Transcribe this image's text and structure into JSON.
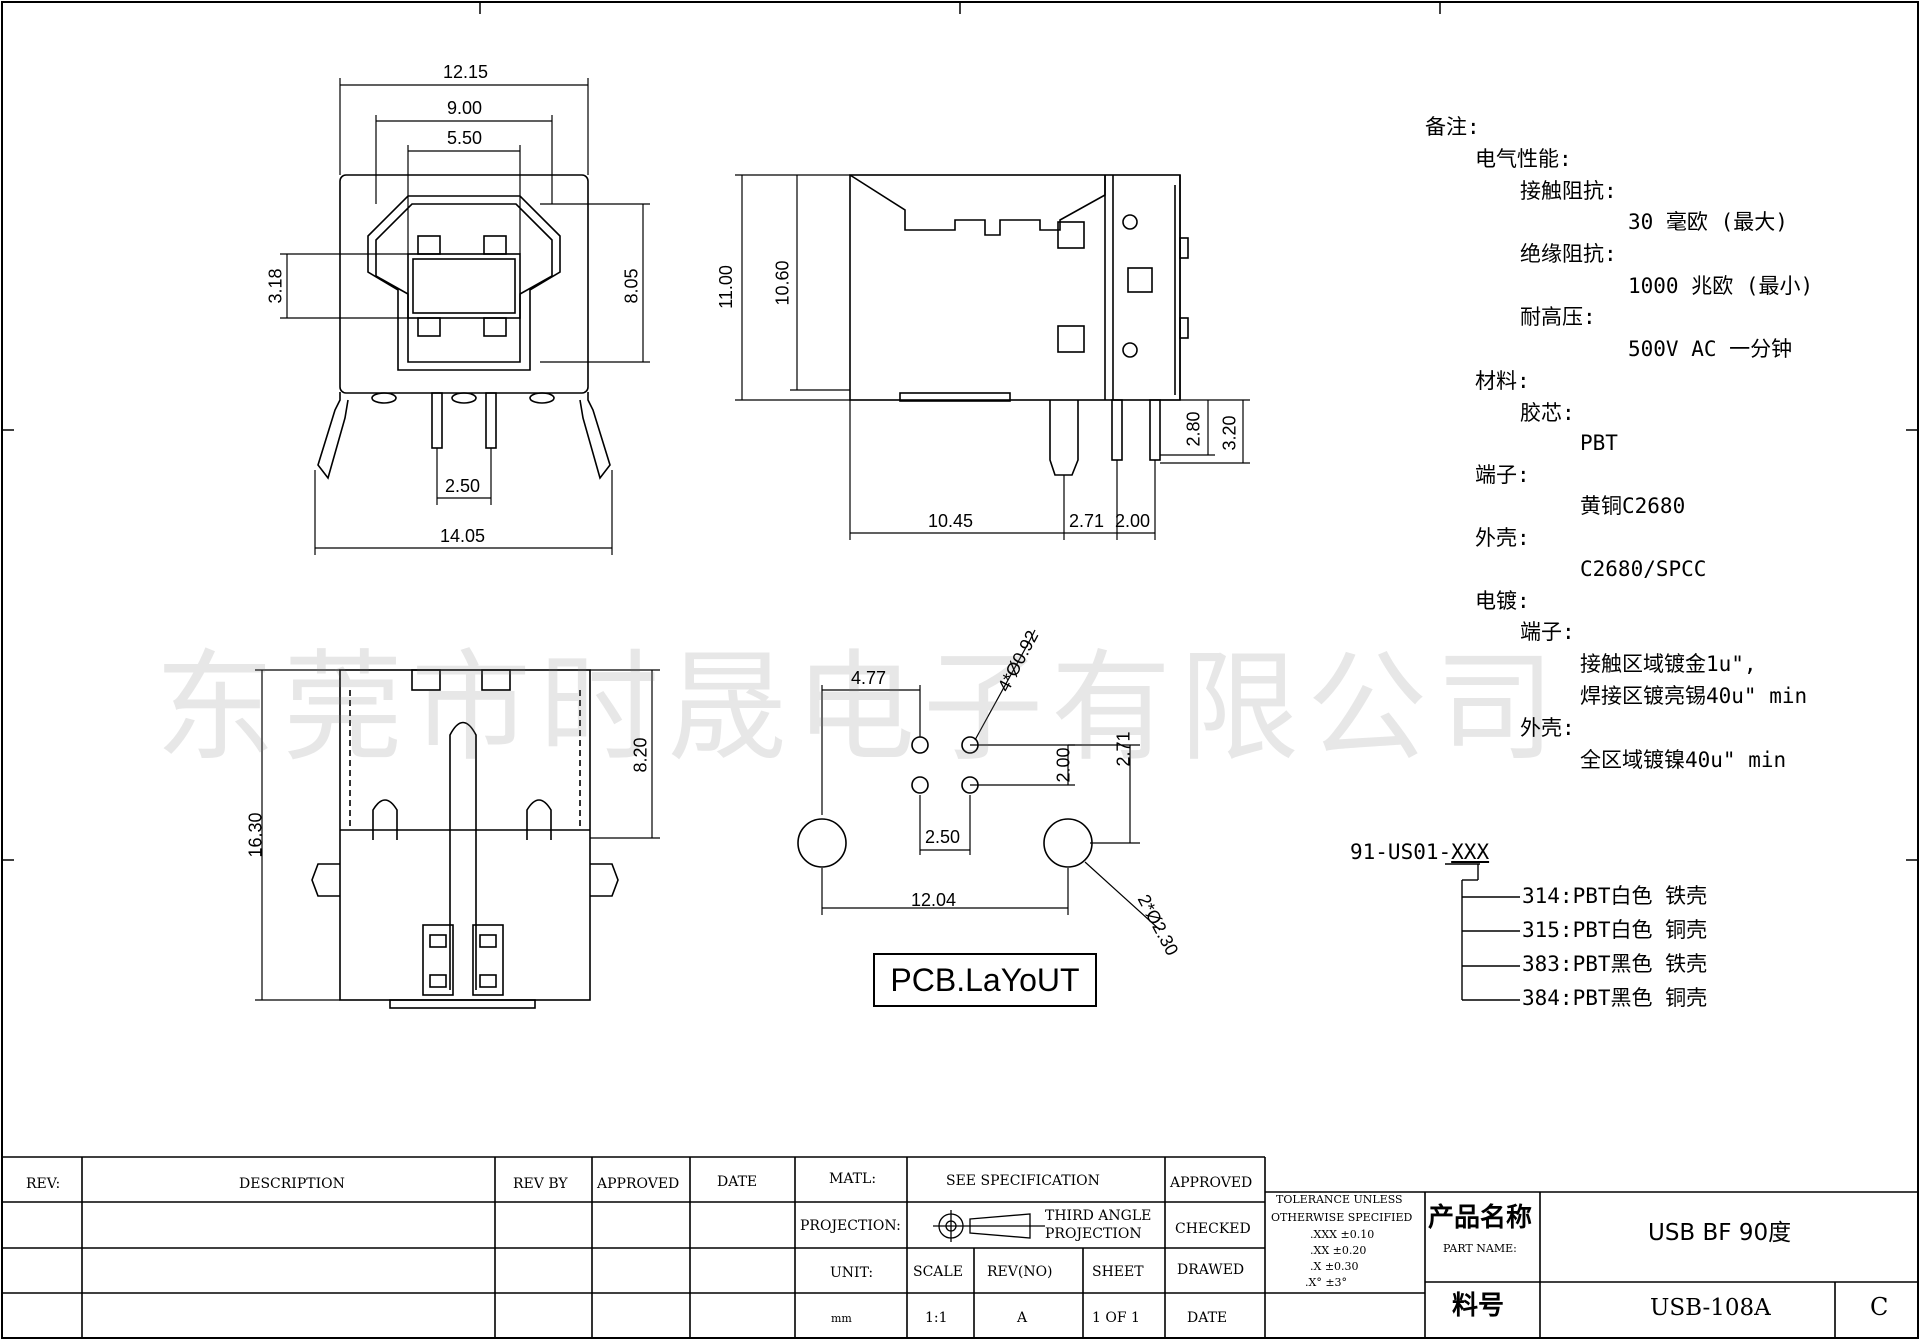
{
  "watermark": "东莞市时晟电子有限公司",
  "front_view": {
    "dims": {
      "w1": "12.15",
      "w2": "9.00",
      "w3": "5.50",
      "h1": "3.18",
      "h2": "8.05",
      "pitch": "2.50",
      "total": "14.05"
    }
  },
  "side_view": {
    "dims": {
      "h_total": "11.00",
      "h_body": "10.60",
      "len_body": "10.45",
      "pin_off": "2.71",
      "pin_pitch": "2.00",
      "pin_len1": "2.80",
      "pin_len2": "3.20"
    }
  },
  "bottom_view": {
    "dims": {
      "height": "16.30",
      "pin_len": "8.20"
    }
  },
  "pcb_layout": {
    "label": "PCB.LaYoUT",
    "dims": {
      "offset": "4.77",
      "small_holes": "4*Ø0.92",
      "pitch_v": "2.00",
      "row_off": "2.71",
      "pitch_h": "2.50",
      "span": "12.04",
      "large_holes": "2*Ø2.30"
    }
  },
  "notes": {
    "title": "备注:",
    "lines": [
      "电气性能:",
      "接触阻抗:",
      "30 毫欧 (最大)",
      "绝缘阻抗:",
      "1000 兆欧 (最小)",
      "耐高压:",
      "500V AC 一分钟",
      "材料:",
      "胶芯:",
      "PBT",
      "端子:",
      "黄铜C2680",
      "外壳:",
      "C2680/SPCC",
      "电镀:",
      "端子:",
      "接触区域镀金1u\",",
      "焊接区镀亮锡40u\" min",
      "外壳:",
      "全区域镀镍40u\" min"
    ]
  },
  "part_code": {
    "base": "91-US01-",
    "suffix": "XXX",
    "options": [
      "314:PBT白色 铁壳",
      "315:PBT白色 铜壳",
      "383:PBT黑色 铁壳",
      "384:PBT黑色 铜壳"
    ]
  },
  "title_block": {
    "rev": "REV:",
    "description": "DESCRIPTION",
    "rev_by": "REV BY",
    "approved": "APPROVED",
    "date": "DATE",
    "matl": "MATL:",
    "matl_value": "SEE SPECIFICATION",
    "approved2": "APPROVED",
    "projection": "PROJECTION:",
    "projection_value_1": "THIRD ANGLE",
    "projection_value_2": "PROJECTION",
    "checked": "CHECKED",
    "unit": "UNIT:",
    "scale": "SCALE",
    "rev_no": "REV(NO)",
    "sheet": "SHEET",
    "drawed": "DRAWED",
    "unit_value": "mm",
    "scale_value": "1:1",
    "rev_value": "A",
    "sheet_value": "1 OF 1",
    "date2": "DATE",
    "tolerance_1": "TOLERANCE UNLESS",
    "tolerance_2": "OTHERWISE SPECIFIED",
    "tol_xxx": ".XXX ±0.10",
    "tol_xx": ".XX ±0.20",
    "tol_x": ".X ±0.30",
    "tol_deg": ".X° ±3°",
    "part_name_label": "产品名称",
    "part_name_en": "PART NAME:",
    "part_name_value": "USB BF 90度",
    "part_no_label": "料号",
    "part_no_value": "USB-108A",
    "revision": "C"
  }
}
